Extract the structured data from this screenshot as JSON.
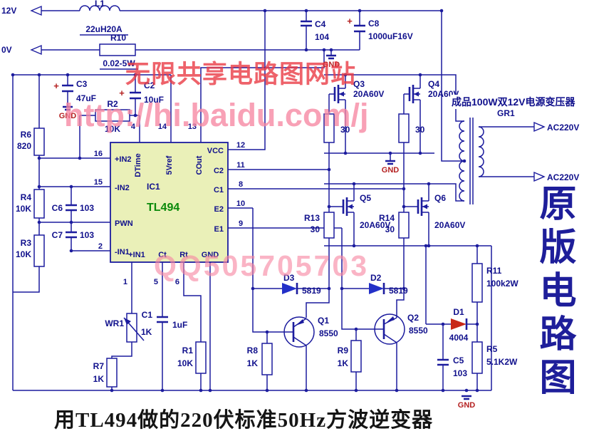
{
  "colors": {
    "wire": "#1c1c9e",
    "label": "#10108c",
    "gnd_red": "#b42020",
    "diode_blue": "#2330c8",
    "diode_red": "#c82818",
    "ic_fill": "#eaf0b8",
    "tl_green": "#0a8a0a",
    "wm_red": "#ea3c46",
    "wm_pink": "#f787a2",
    "side_blue": "#1e1e9a"
  },
  "captions": {
    "bottom_title": "用TL494做的220伏标准50Hz方波逆变器",
    "side_vertical": "原版电路图"
  },
  "watermarks": {
    "site": "无限共享电路图网站",
    "url": "http://hi.baidu.com/j",
    "qq": "QQ505705703"
  },
  "terminals": {
    "v12": "12V",
    "v0": "0V",
    "ac_top": "AC220V",
    "ac_bottom": "AC220V"
  },
  "gnd_label": "GND",
  "ic": {
    "ref": "IC1",
    "part": "TL494",
    "left_labels": [
      "+IN2",
      "-IN2",
      "PWN",
      "-IN1"
    ],
    "top_labels": [
      "DTime",
      "5Vref",
      "COut"
    ],
    "right_labels": [
      "VCC",
      "C2",
      "C1",
      "E2",
      "E1"
    ],
    "bottom_labels": [
      "+IN1",
      "Ct",
      "Rt",
      "GND"
    ],
    "left_pins": [
      "16",
      "15",
      "2"
    ],
    "top_pins": [
      "4",
      "14",
      "13"
    ],
    "right_pins": [
      "12",
      "11",
      "8",
      "10",
      "9"
    ],
    "bottom_pins": [
      "1",
      "5",
      "6"
    ]
  },
  "components": {
    "L1": {
      "ref": "L1",
      "value": "22uH20A"
    },
    "R10": {
      "ref": "R10",
      "value": "0.02-5W"
    },
    "C4": {
      "ref": "C4",
      "value": "104"
    },
    "C8": {
      "ref": "C8",
      "value": "1000uF16V",
      "polarity": "+"
    },
    "C3": {
      "ref": "C3",
      "value": "47uF",
      "polarity": "+"
    },
    "C2": {
      "ref": "C2",
      "value": "10uF",
      "polarity": "+"
    },
    "R2": {
      "ref": "R2",
      "value": "10K"
    },
    "R6": {
      "ref": "R6",
      "value": "820"
    },
    "R4": {
      "ref": "R4",
      "value": "10K"
    },
    "R3": {
      "ref": "R3",
      "value": "10K"
    },
    "C6": {
      "ref": "C6",
      "value": "103"
    },
    "C7": {
      "ref": "C7",
      "value": "103"
    },
    "Q3": {
      "ref": "Q3",
      "value": "20A60V"
    },
    "Q4": {
      "ref": "Q4",
      "value": "20A60V"
    },
    "RG3": {
      "value": "30"
    },
    "RG4": {
      "value": "30"
    },
    "Q5": {
      "ref": "Q5",
      "value": "20A60V"
    },
    "Q6": {
      "ref": "Q6",
      "value": "20A60V"
    },
    "R13": {
      "ref": "R13",
      "value": "30"
    },
    "R14": {
      "ref": "R14",
      "value": "30"
    },
    "GR1": {
      "ref": "GR1",
      "note": "成品100W双12V电源变压器"
    },
    "D3": {
      "ref": "D3",
      "value": "5819"
    },
    "D2": {
      "ref": "D2",
      "value": "5819"
    },
    "D1": {
      "ref": "D1",
      "value": "4004"
    },
    "Q1": {
      "ref": "Q1",
      "value": "8550"
    },
    "Q2": {
      "ref": "Q2",
      "value": "8550"
    },
    "R8": {
      "ref": "R8",
      "value": "1K"
    },
    "R9": {
      "ref": "R9",
      "value": "1K"
    },
    "R11": {
      "ref": "R11",
      "value": "100k2W"
    },
    "R5": {
      "ref": "R5",
      "value": "5.1K2W"
    },
    "C5": {
      "ref": "C5",
      "value": "103"
    },
    "WR1": {
      "ref": "WR1",
      "value": "1K"
    },
    "R7": {
      "ref": "R7",
      "value": "1K"
    },
    "R1": {
      "ref": "R1",
      "value": "10K"
    },
    "C1": {
      "ref": "C1",
      "value": "1uF"
    }
  }
}
